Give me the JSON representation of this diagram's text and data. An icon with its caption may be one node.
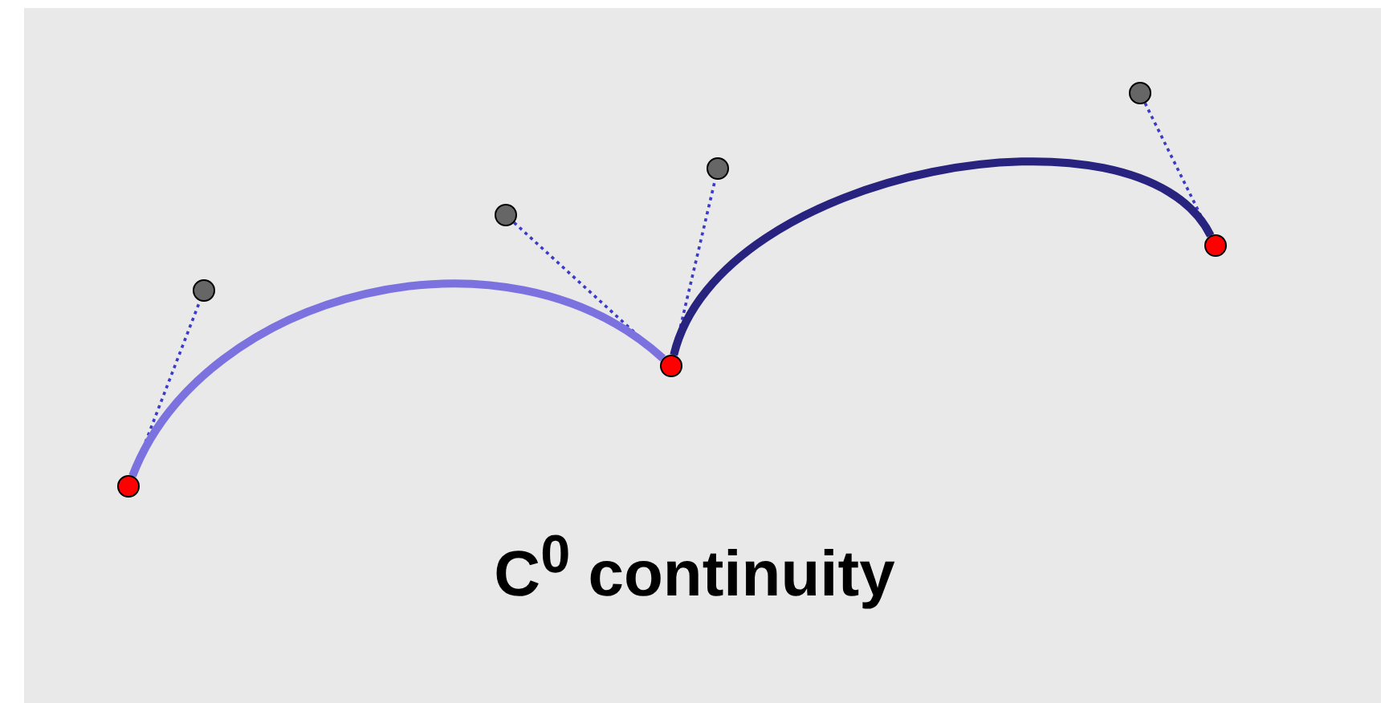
{
  "diagram": {
    "caption": "C$^{0}$ continuity",
    "nodes": [
      {
        "text": [],
        "shape": "circle"
      },
      {
        "text": [],
        "shape": "circle"
      },
      {
        "text": [],
        "shape": "circle"
      },
      {
        "text": [],
        "shape": "circle"
      },
      {
        "text": [],
        "shape": "circle"
      },
      {
        "text": [],
        "shape": "circle"
      },
      {
        "text": [],
        "shape": "circle"
      }
    ],
    "edges": [
      {
        "from": 0,
        "to": 1,
        "arrow": "none",
        "style": "dashed"
      },
      {
        "from": 2,
        "to": 3,
        "arrow": "none",
        "style": "dashed"
      },
      {
        "from": 3,
        "to": 4,
        "arrow": "none",
        "style": "dashed"
      },
      {
        "from": 5,
        "to": 6,
        "arrow": "none",
        "style": "dashed"
      },
      {
        "from": 0,
        "to": 3,
        "arrow": "none",
        "style": "thick",
        "color": "#7b72e0"
      },
      {
        "from": 3,
        "to": 6,
        "arrow": "none",
        "style": "thick",
        "color": "#27237e"
      }
    ]
  }
}
